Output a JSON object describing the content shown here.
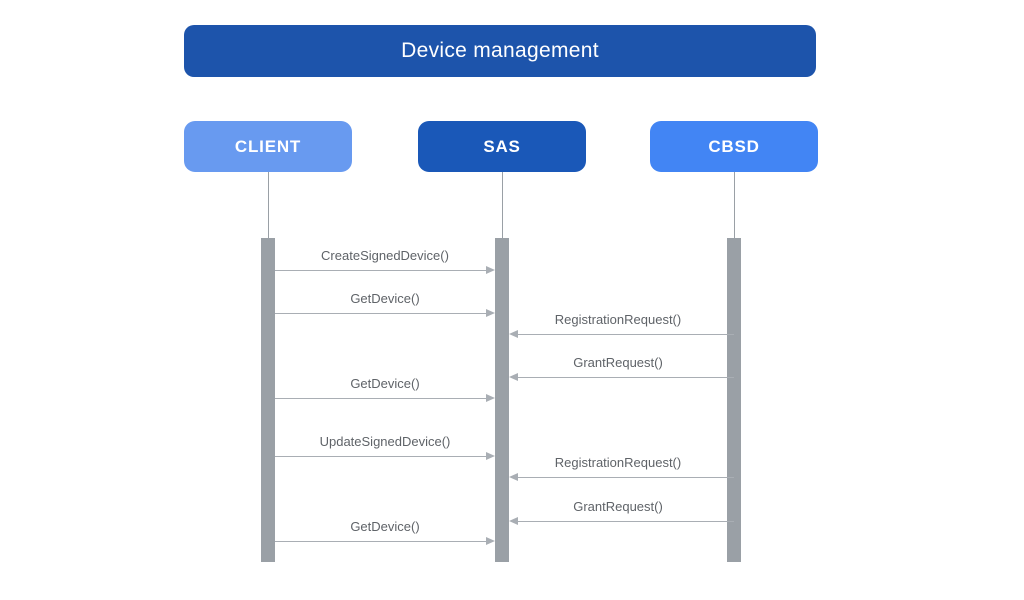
{
  "title": {
    "label": "Device management",
    "bg": "#1D54AB"
  },
  "actors": [
    {
      "id": "client",
      "label": "CLIENT",
      "bg": "#689AF0"
    },
    {
      "id": "sas",
      "label": "SAS",
      "bg": "#1A58B8"
    },
    {
      "id": "cbsd",
      "label": "CBSD",
      "bg": "#4285F4"
    }
  ],
  "messages": [
    {
      "label": "CreateSignedDevice()",
      "from": "client",
      "to": "sas"
    },
    {
      "label": "GetDevice()",
      "from": "client",
      "to": "sas"
    },
    {
      "label": "RegistrationRequest()",
      "from": "cbsd",
      "to": "sas"
    },
    {
      "label": "GrantRequest()",
      "from": "cbsd",
      "to": "sas"
    },
    {
      "label": "GetDevice()",
      "from": "client",
      "to": "sas"
    },
    {
      "label": "UpdateSignedDevice()",
      "from": "client",
      "to": "sas"
    },
    {
      "label": "RegistrationRequest()",
      "from": "cbsd",
      "to": "sas"
    },
    {
      "label": "GrantRequest()",
      "from": "cbsd",
      "to": "sas"
    },
    {
      "label": "GetDevice()",
      "from": "client",
      "to": "sas"
    }
  ],
  "colors": {
    "activation_bar": "#9AA0A6",
    "lifeline": "#9AA0A6",
    "message_line": "#A9AEB4",
    "message_text": "#5F6368",
    "background": "#FFFFFF"
  }
}
